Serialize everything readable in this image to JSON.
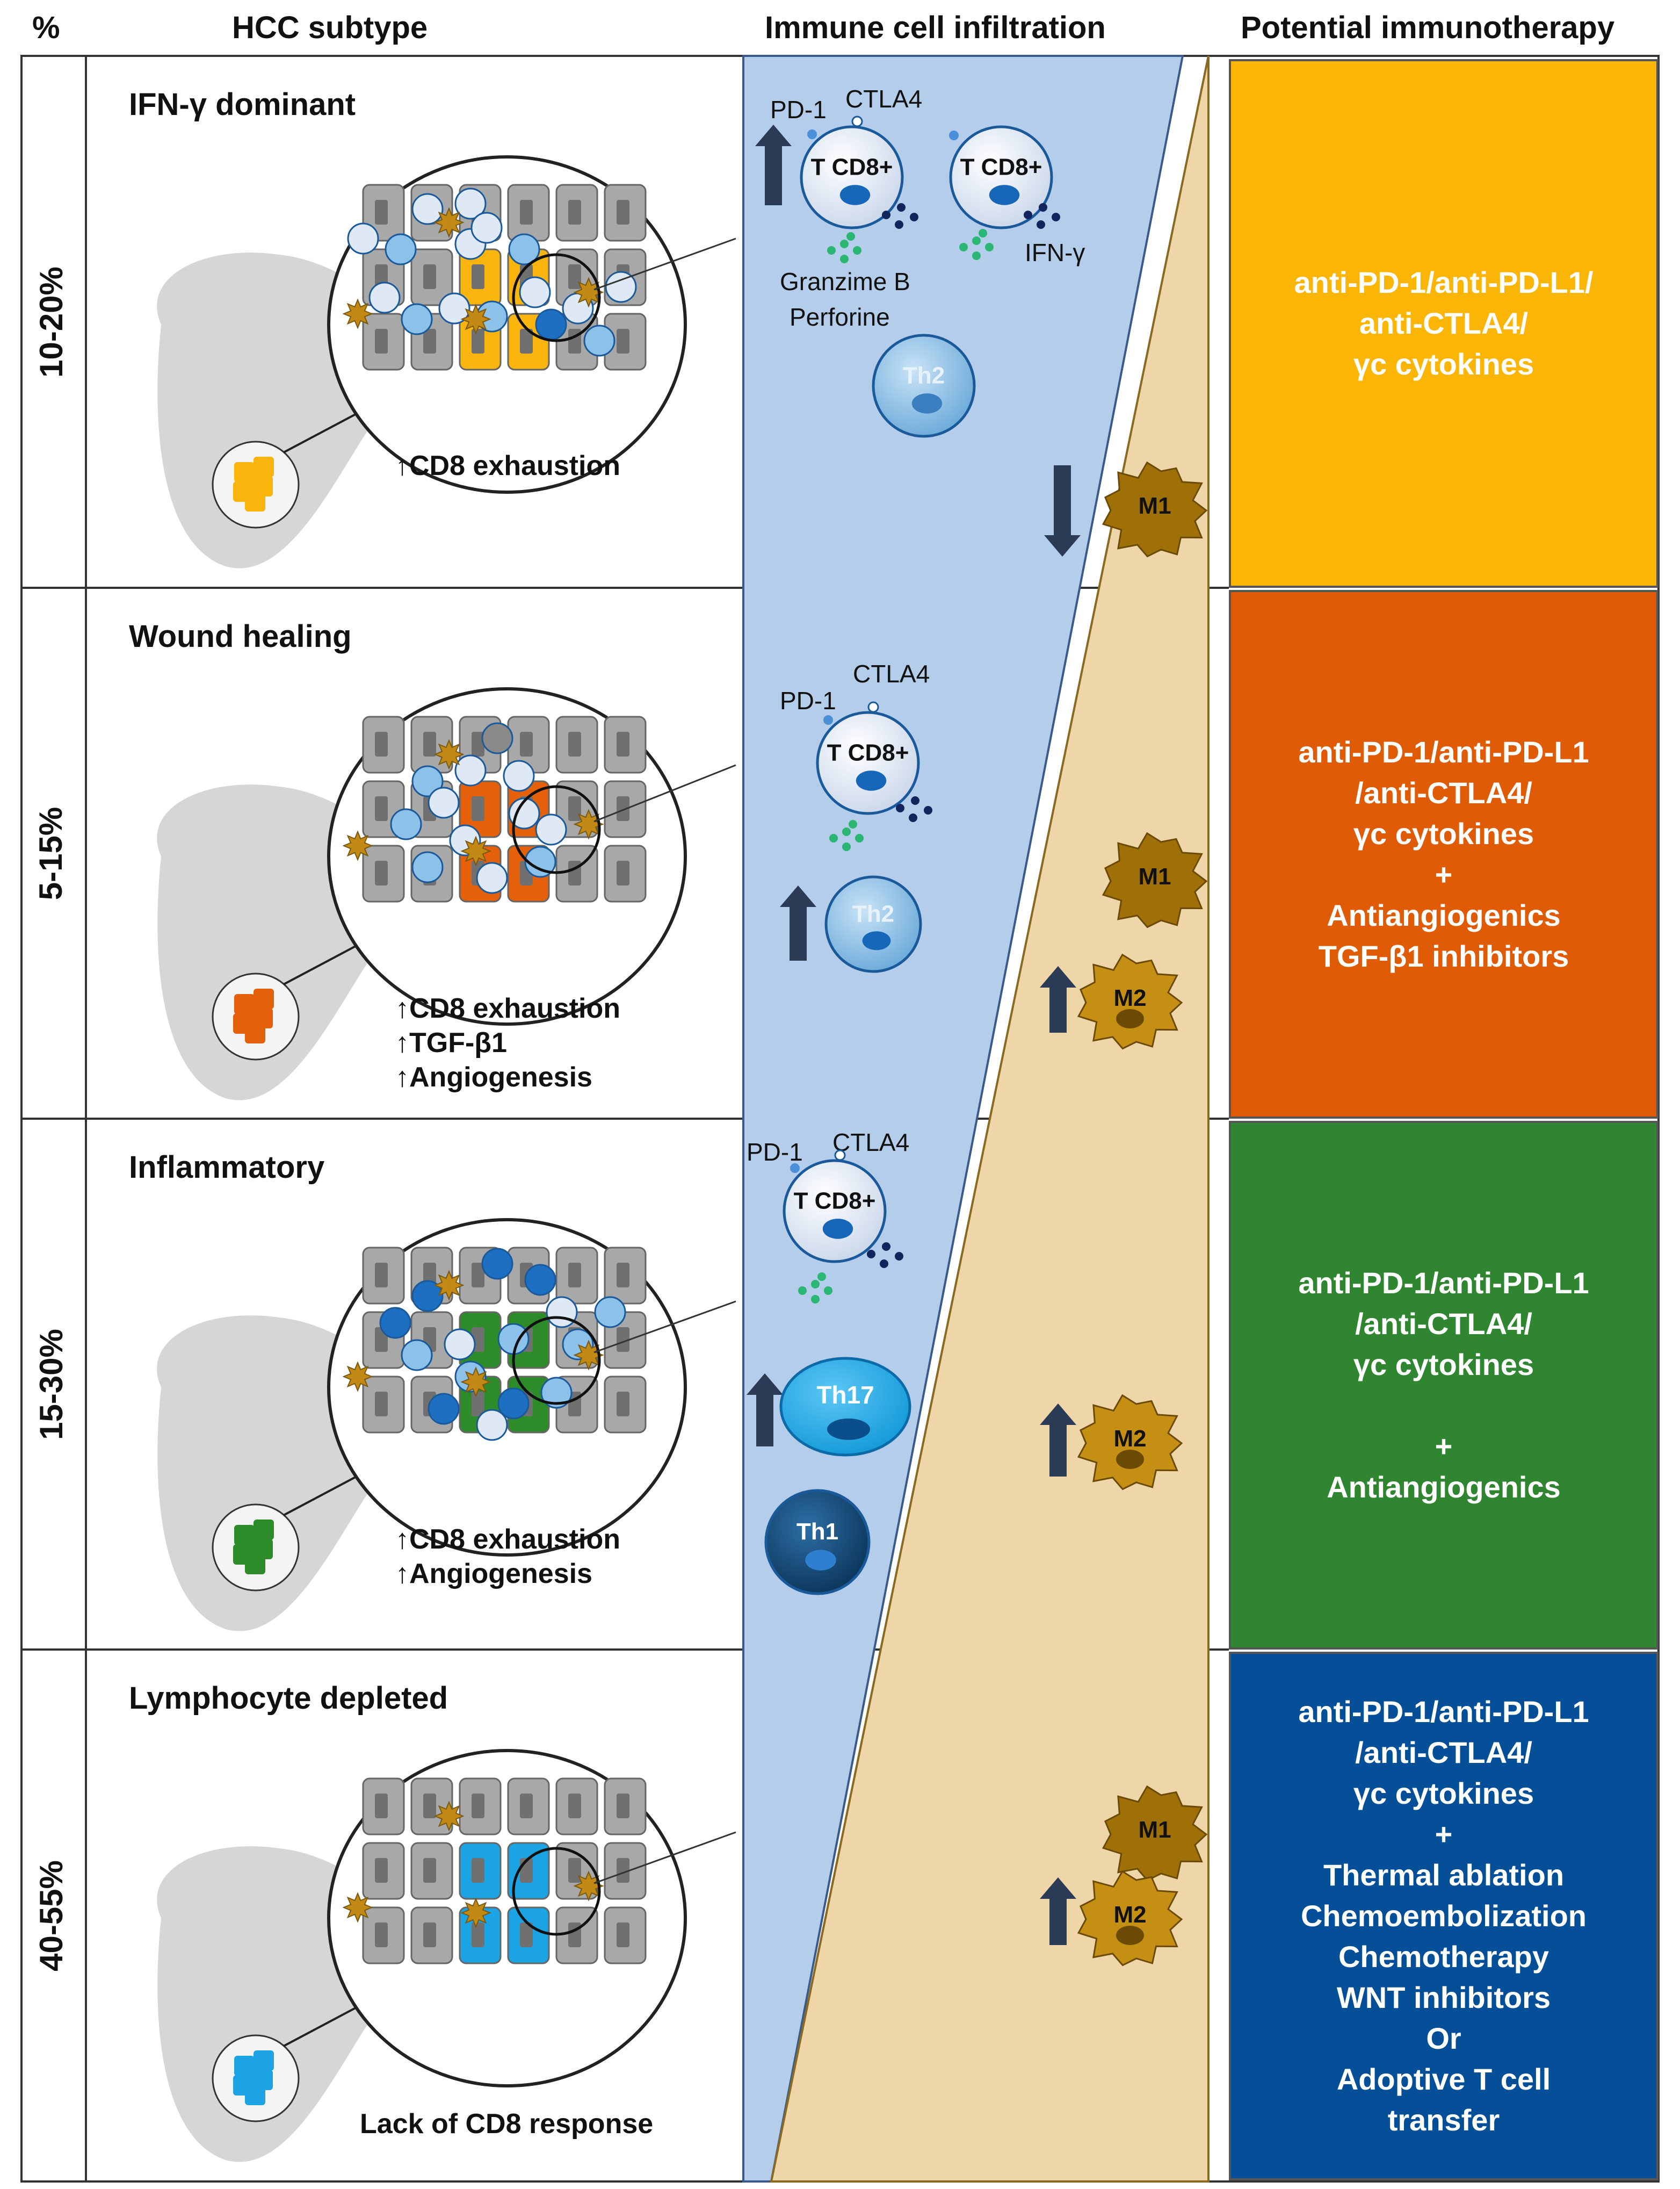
{
  "headers": {
    "percent": "%",
    "subtype": "HCC subtype",
    "infiltration": "Immune cell infiltration",
    "therapy": "Potential immunotherapy"
  },
  "rows": [
    {
      "percent": "10-20%",
      "subtype": "IFN-γ dominant",
      "features": [
        "↑CD8 exhaustion"
      ],
      "tumor_color": "#f9b50e",
      "therapy_color": "#fbb506",
      "therapy": [
        "anti-PD-1/anti-PD-L1/",
        "anti-CTLA4/",
        "γc cytokines"
      ]
    },
    {
      "percent": "5-15%",
      "subtype": "Wound healing",
      "features": [
        "↑CD8 exhaustion",
        "↑TGF-β1",
        "↑Angiogenesis"
      ],
      "tumor_color": "#e4600b",
      "therapy_color": "#df5b05",
      "therapy": [
        "anti-PD-1/anti-PD-L1",
        "/anti-CTLA4/",
        "γc cytokines",
        "+",
        "Antiangiogenics",
        "TGF-β1 inhibitors"
      ]
    },
    {
      "percent": "15-30%",
      "subtype": "Inflammatory",
      "features": [
        "↑CD8 exhaustion",
        "↑Angiogenesis"
      ],
      "tumor_color": "#2e8b2a",
      "therapy_color": "#2f8530",
      "therapy": [
        "anti-PD-1/anti-PD-L1",
        "/anti-CTLA4/",
        "γc cytokines",
        "",
        "+",
        "Antiangiogenics"
      ]
    },
    {
      "percent": "40-55%",
      "subtype": "Lymphocyte depleted",
      "features": [
        "Lack of CD8 response"
      ],
      "tumor_color": "#1ba3e4",
      "therapy_color": "#044f98",
      "therapy": [
        "anti-PD-1/anti-PD-L1",
        "/anti-CTLA4/",
        "γc cytokines",
        "+",
        "Thermal ablation",
        "Chemoembolization",
        "Chemotherapy",
        "WNT inhibitors",
        "Or",
        "Adoptive T cell",
        "transfer"
      ]
    }
  ],
  "cells": {
    "r1": {
      "pd1": "PD-1",
      "ctla4": "CTLA4",
      "cd8a": "T CD8+",
      "cd8b": "T CD8+",
      "granzime": "Granzime B",
      "perforine": "Perforine",
      "ifn": "IFN-γ",
      "th2": "Th2",
      "m1": "M1"
    },
    "r2": {
      "pd1": "PD-1",
      "ctla4": "CTLA4",
      "cd8": "T CD8+",
      "th2": "Th2",
      "m1": "M1",
      "m2": "M2"
    },
    "r3": {
      "pd1": "PD-1",
      "ctla4": "CTLA4",
      "cd8": "T CD8+",
      "th17": "Th17",
      "th1": "Th1",
      "m2": "M2"
    },
    "r4": {
      "m1": "M1",
      "m2": "M2"
    }
  },
  "colors": {
    "infiltration_blue": "#b4cdea",
    "infiltration_tan": "#efd6a8",
    "macrophage": "#b8860b",
    "arrow": "#2b3a55"
  }
}
